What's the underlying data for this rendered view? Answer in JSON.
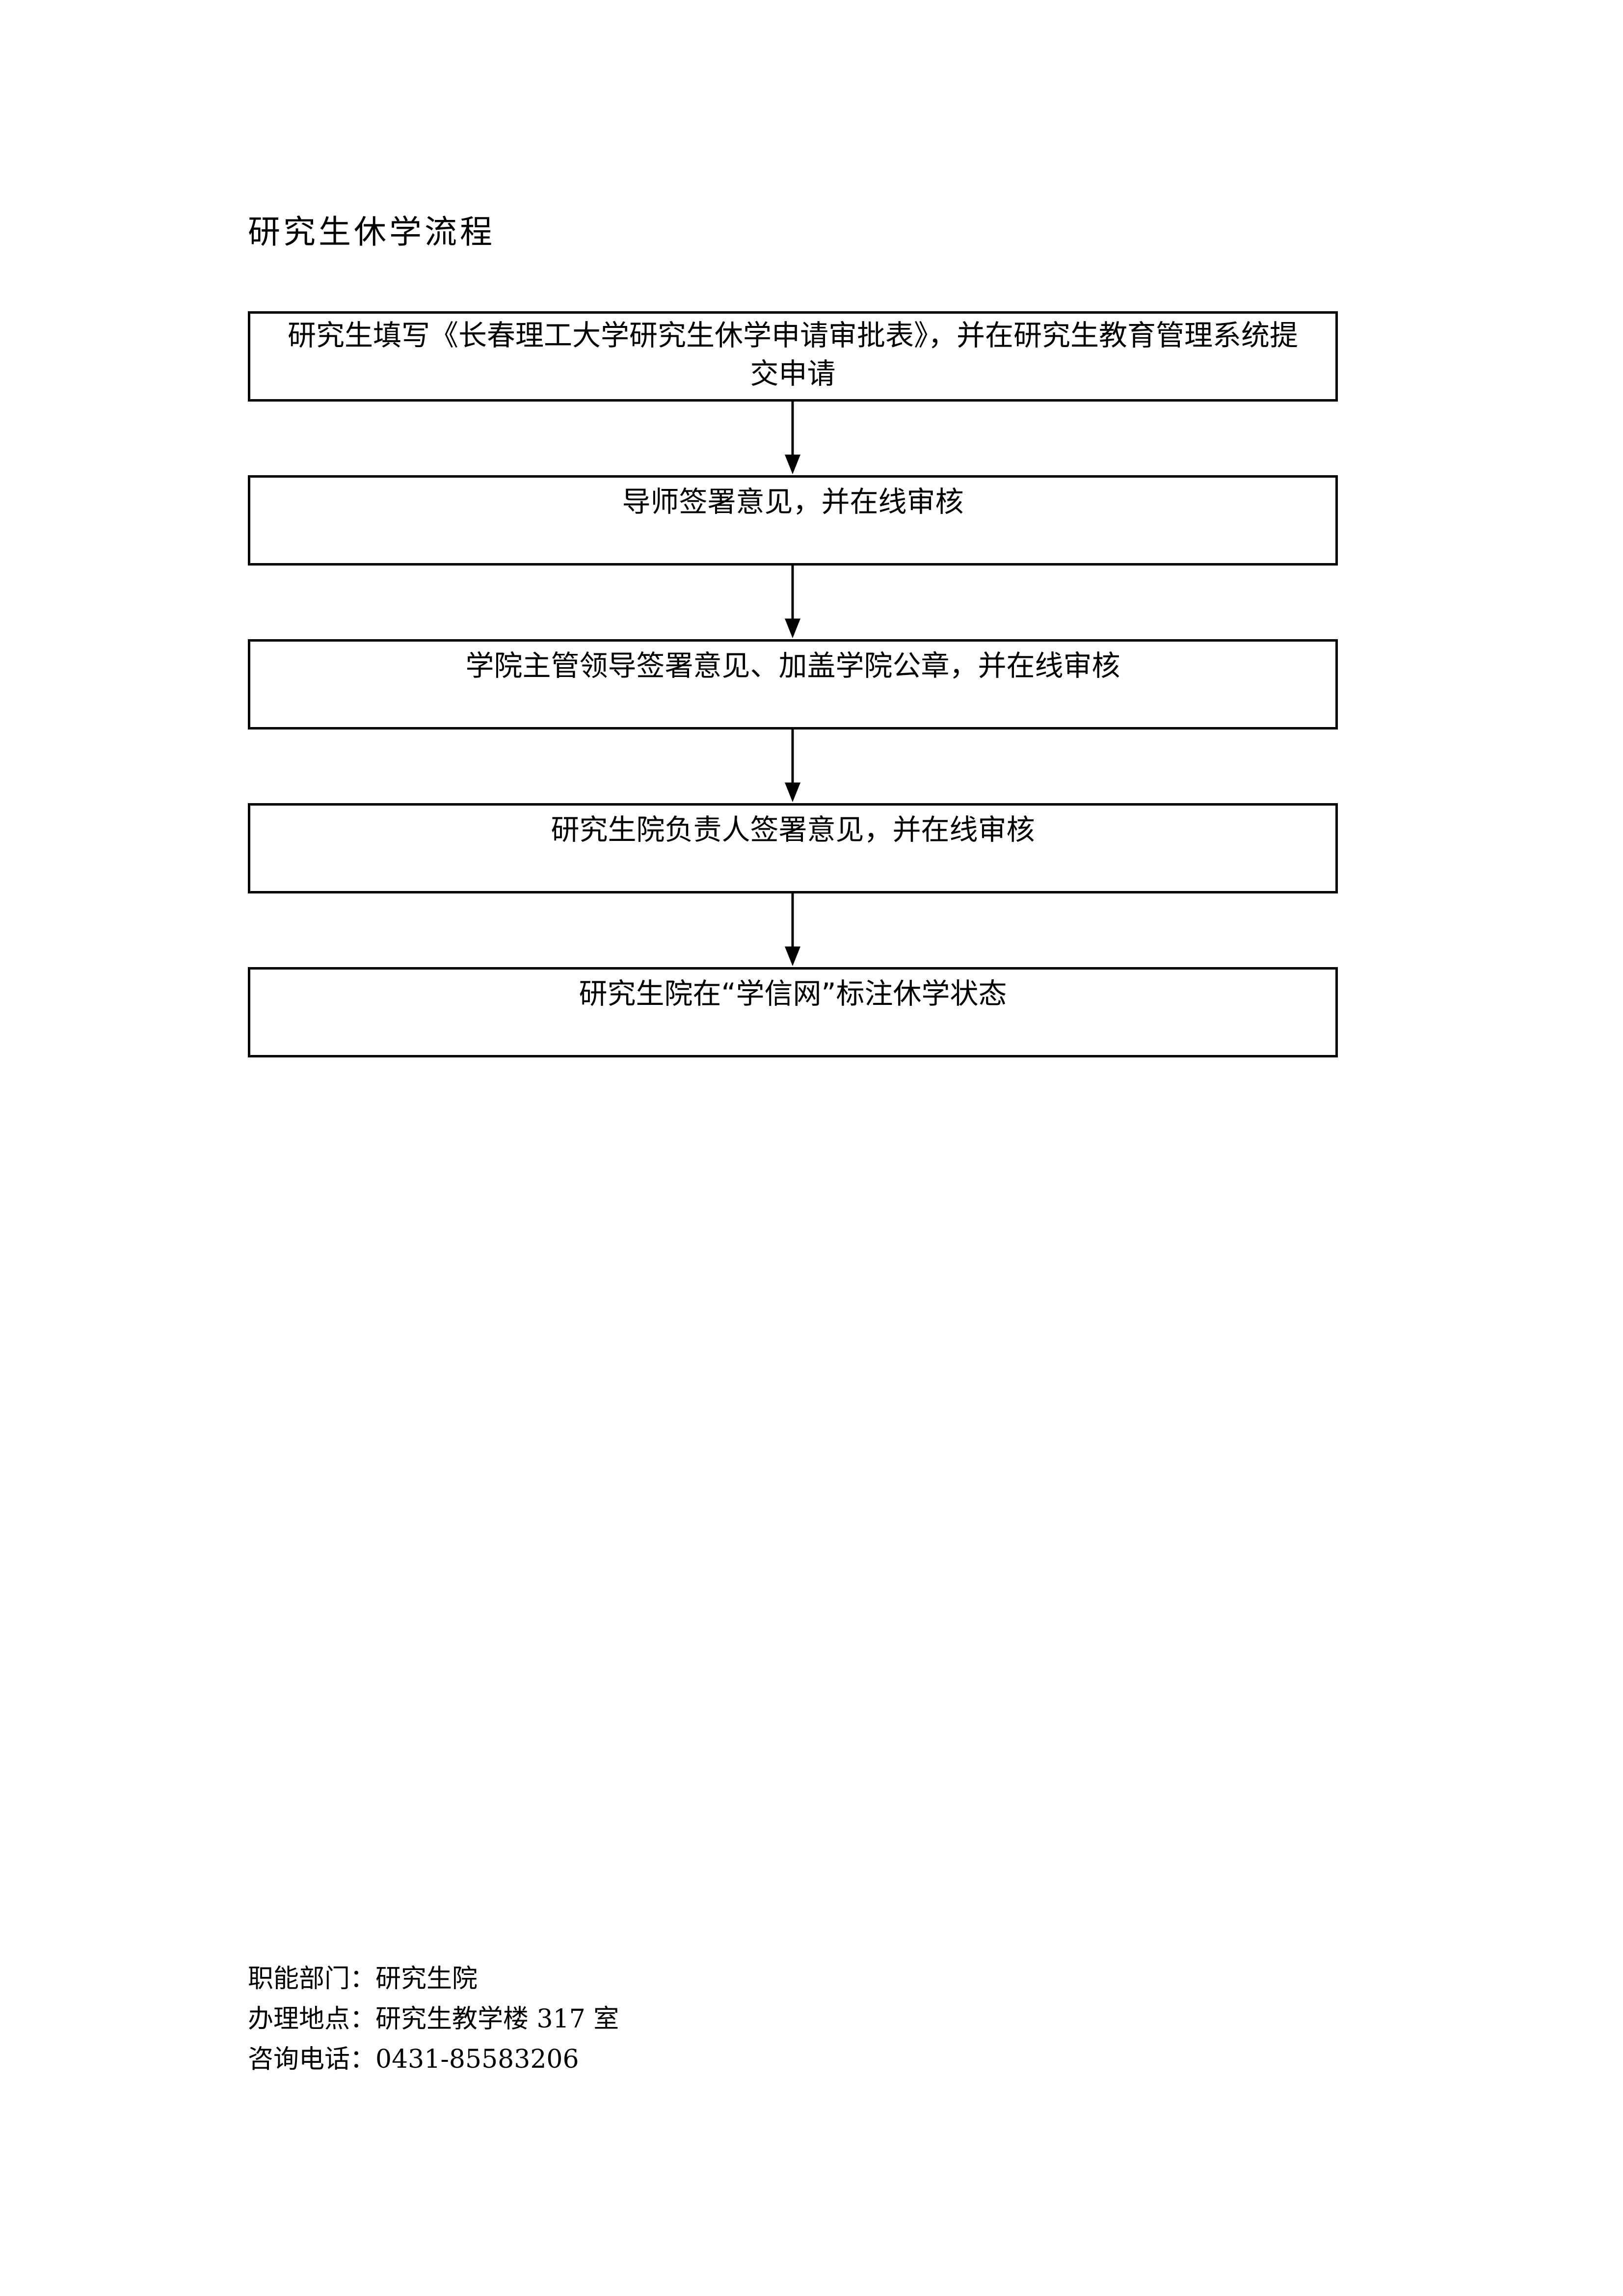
{
  "title": "研究生休学流程",
  "steps": [
    {
      "text": "研究生填写《长春理工大学研究生休学申请审批表》，并在研究生教育管理系统提交申请"
    },
    {
      "text": "导师签署意见，并在线审核"
    },
    {
      "text": "学院主管领导签署意见、加盖学院公章，并在线审核"
    },
    {
      "text": "研究生院负责人签署意见，并在线审核"
    },
    {
      "text": "研究生院在“学信网”标注休学状态"
    }
  ],
  "footer": {
    "department": "职能部门：研究生院",
    "location": "办理地点：研究生教学楼 317 室",
    "phone": "咨询电话：0431-85583206"
  }
}
